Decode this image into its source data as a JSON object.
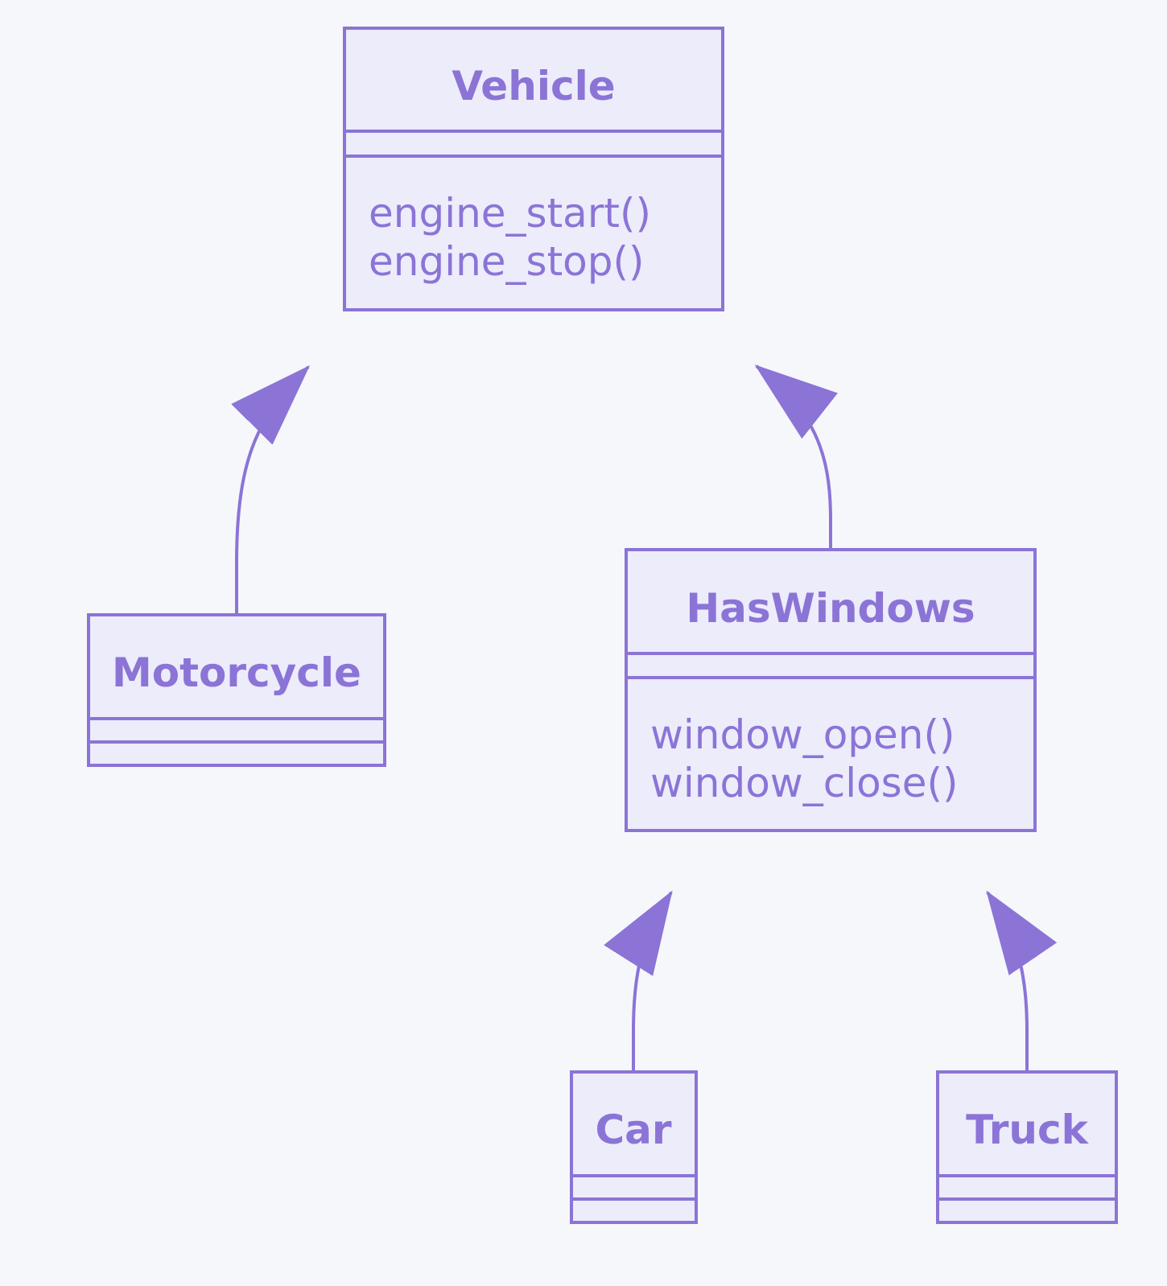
{
  "classes": {
    "vehicle": {
      "name": "Vehicle",
      "methods": [
        "engine_start()",
        "engine_stop()"
      ]
    },
    "motorcycle": {
      "name": "Motorcycle",
      "methods": []
    },
    "haswindows": {
      "name": "HasWindows",
      "methods": [
        "window_open()",
        "window_close()"
      ]
    },
    "car": {
      "name": "Car",
      "methods": []
    },
    "truck": {
      "name": "Truck",
      "methods": []
    }
  },
  "relations": [
    {
      "from": "Motorcycle",
      "to": "Vehicle",
      "type": "inheritance"
    },
    {
      "from": "HasWindows",
      "to": "Vehicle",
      "type": "inheritance"
    },
    {
      "from": "Car",
      "to": "HasWindows",
      "type": "inheritance"
    },
    {
      "from": "Truck",
      "to": "HasWindows",
      "type": "inheritance"
    }
  ],
  "colors": {
    "background": "#f6f7fa",
    "box_fill": "#ececfb",
    "stroke": "#8b74d6",
    "text": "#8b74d6"
  }
}
